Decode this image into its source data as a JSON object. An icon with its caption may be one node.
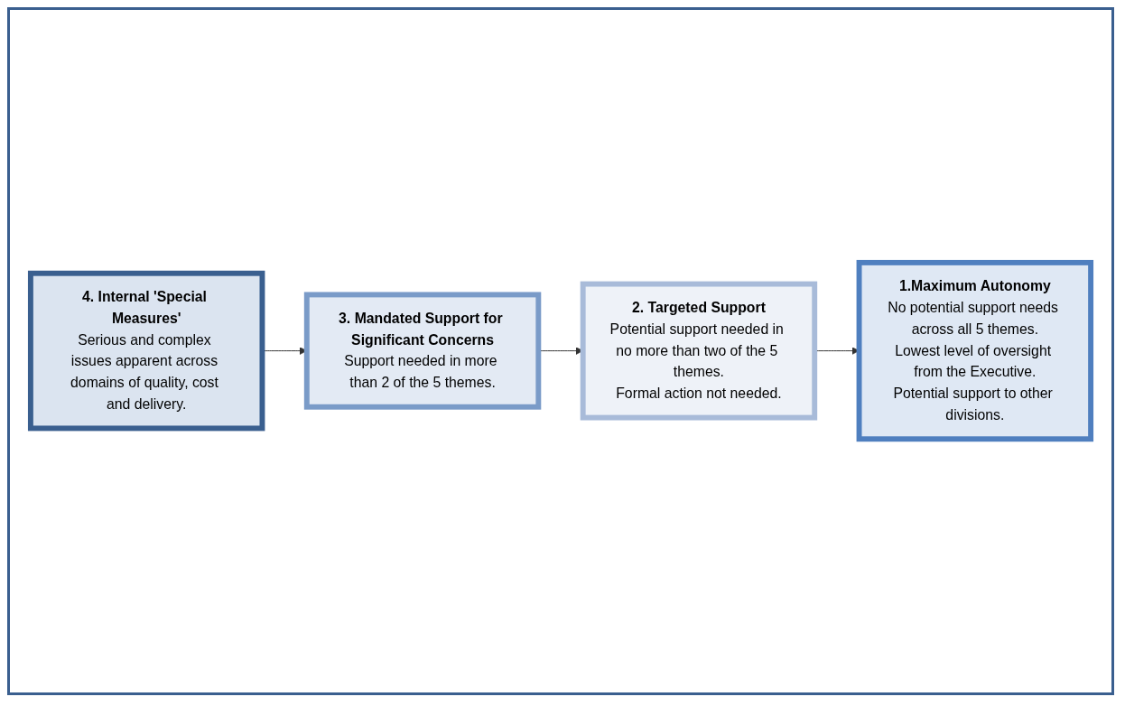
{
  "diagram": {
    "nodes": [
      {
        "text": [
          "4. Internal 'Special Measures'",
          "Serious and complex issues apparent across domains of quality, cost and delivery."
        ]
      },
      {
        "text": [
          "3. Mandated Support for Significant Concerns",
          "Support needed in more than 2 of the 5 themes."
        ]
      },
      {
        "text": [
          "2. Targeted Support",
          "Potential support needed in no more than two of the 5 themes.",
          "Formal action not needed."
        ]
      },
      {
        "text": [
          "1.Maximum Autonomy",
          "No potential support needs across all 5 themes.",
          "Lowest level of oversight from the Executive.",
          "Potential support to other divisions."
        ]
      }
    ],
    "edges": [
      {
        "from": 0,
        "to": 1,
        "arrow": "to"
      },
      {
        "from": 1,
        "to": 2,
        "arrow": "to"
      },
      {
        "from": 2,
        "to": 3,
        "arrow": "to"
      }
    ]
  }
}
